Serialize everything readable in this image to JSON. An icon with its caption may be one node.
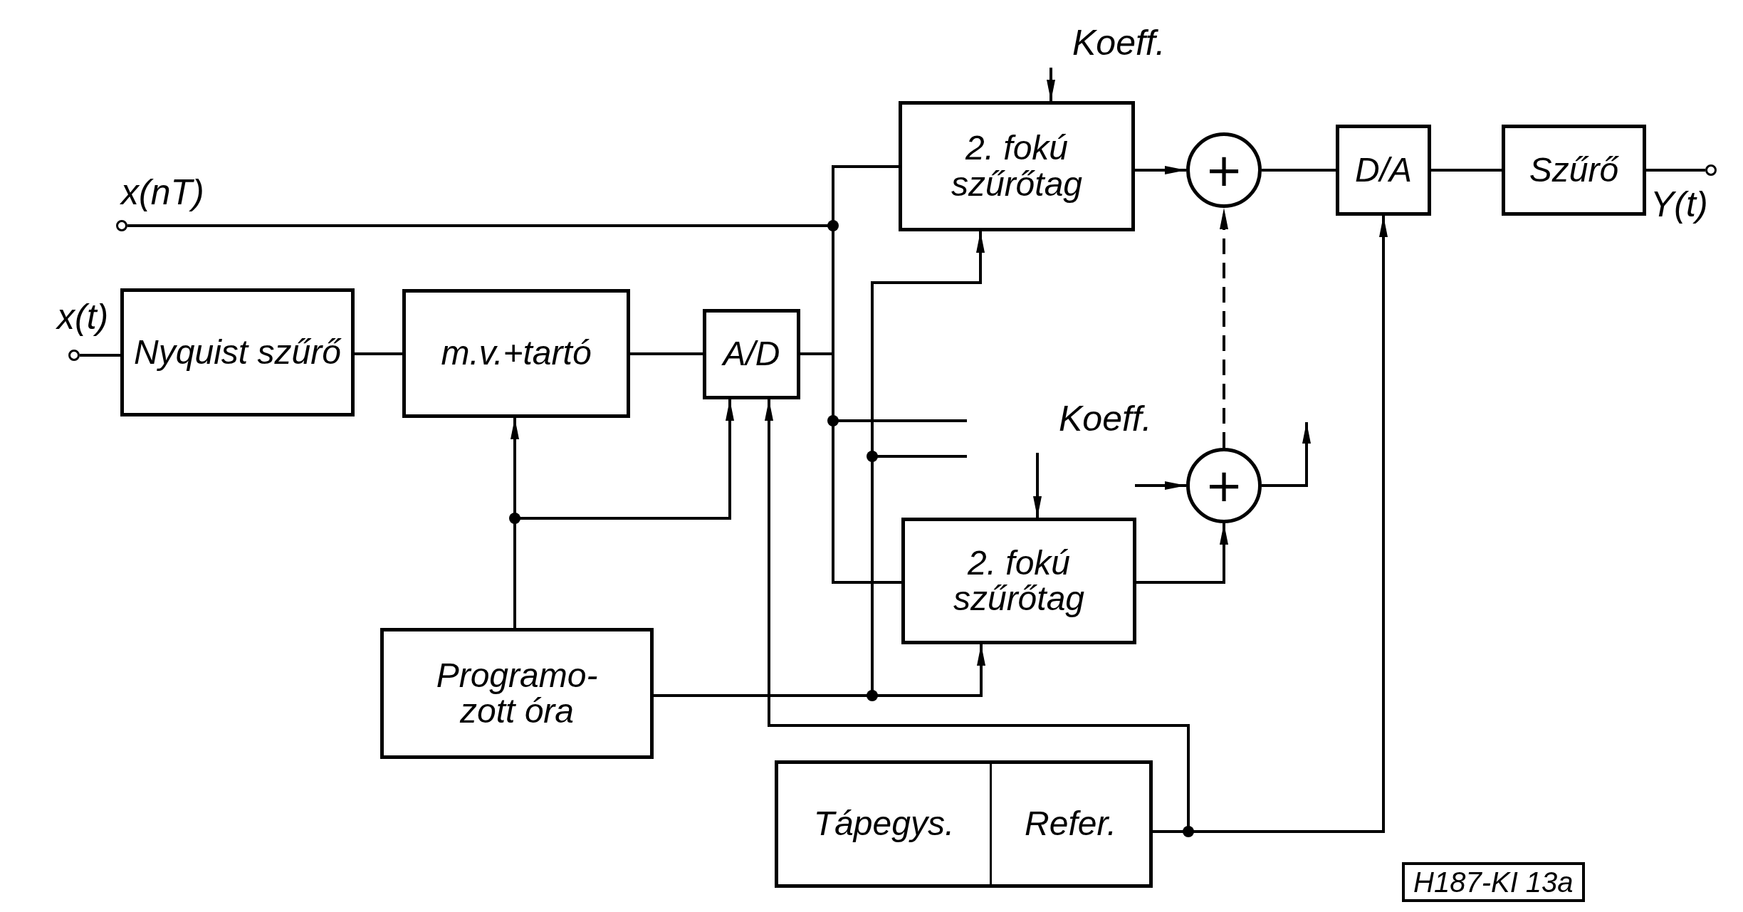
{
  "diagram": {
    "nodes": [
      {
        "text": [],
        "shape": "circle",
        "beside": [
          "x(nT)"
        ]
      },
      {
        "text": [
          "Koeff."
        ]
      },
      {
        "text": [
          "2. fokú szűrőtag"
        ]
      },
      {
        "text": [
          "+"
        ]
      },
      {
        "text": [
          "D/A"
        ]
      },
      {
        "text": [
          "Szűrő"
        ]
      },
      {
        "text": [],
        "shape": "circle",
        "beside": [
          "Y(t)"
        ]
      },
      {
        "text": [],
        "shape": "circle",
        "beside": [
          "x(t)"
        ]
      },
      {
        "text": [
          "Nyquist szűrő"
        ]
      },
      {
        "text": [
          "m.v.+tartó"
        ]
      },
      {
        "text": [
          "A/D"
        ]
      },
      {
        "text": [
          "Koeff."
        ]
      },
      {
        "text": [
          "+"
        ]
      },
      {
        "text": [
          "2. fokú szűrőtag"
        ]
      },
      {
        "text": [
          "Programo-zott óra"
        ]
      },
      {
        "text": [
          "Tápegys."
        ]
      },
      {
        "text": [
          "Refer."
        ]
      }
    ],
    "edges": [
      {
        "from": 0,
        "to": 2,
        "arrow": "none"
      },
      {
        "from": 0,
        "to": 13,
        "arrow": "none"
      },
      {
        "from": 10,
        "to": 2,
        "arrow": "none"
      },
      {
        "from": 10,
        "to": 13,
        "arrow": "none"
      },
      {
        "from": 1,
        "to": 2,
        "arrow": "to"
      },
      {
        "from": 2,
        "to": 3,
        "arrow": "to"
      },
      {
        "from": 3,
        "to": 4,
        "arrow": "none"
      },
      {
        "from": 4,
        "to": 5,
        "arrow": "none"
      },
      {
        "from": 5,
        "to": 6,
        "arrow": "none"
      },
      {
        "from": 7,
        "to": 8,
        "arrow": "none"
      },
      {
        "from": 8,
        "to": 9,
        "arrow": "none"
      },
      {
        "from": 9,
        "to": 10,
        "arrow": "none"
      },
      {
        "from": 11,
        "to": 13,
        "arrow": "to"
      },
      {
        "from": 13,
        "to": 12,
        "arrow": "to"
      },
      {
        "from": 12,
        "to": 3,
        "arrow": "to",
        "style": "dashed"
      },
      {
        "from": null,
        "to": 12,
        "arrow": "to"
      },
      {
        "from": 12,
        "to": null,
        "arrow": "to"
      },
      {
        "from": 14,
        "to": 9,
        "arrow": "to"
      },
      {
        "from": 14,
        "to": 10,
        "arrow": "to"
      },
      {
        "from": 14,
        "to": 2,
        "arrow": "to"
      },
      {
        "from": 14,
        "to": 13,
        "arrow": "to"
      },
      {
        "from": 16,
        "to": 10,
        "arrow": "to"
      },
      {
        "from": 16,
        "to": 4,
        "arrow": "to"
      },
      {
        "from": 10,
        "to": null,
        "arrow": "none"
      },
      {
        "from": 14,
        "to": null,
        "arrow": "none"
      }
    ],
    "labels": [
      "H187-KI 13a"
    ]
  }
}
